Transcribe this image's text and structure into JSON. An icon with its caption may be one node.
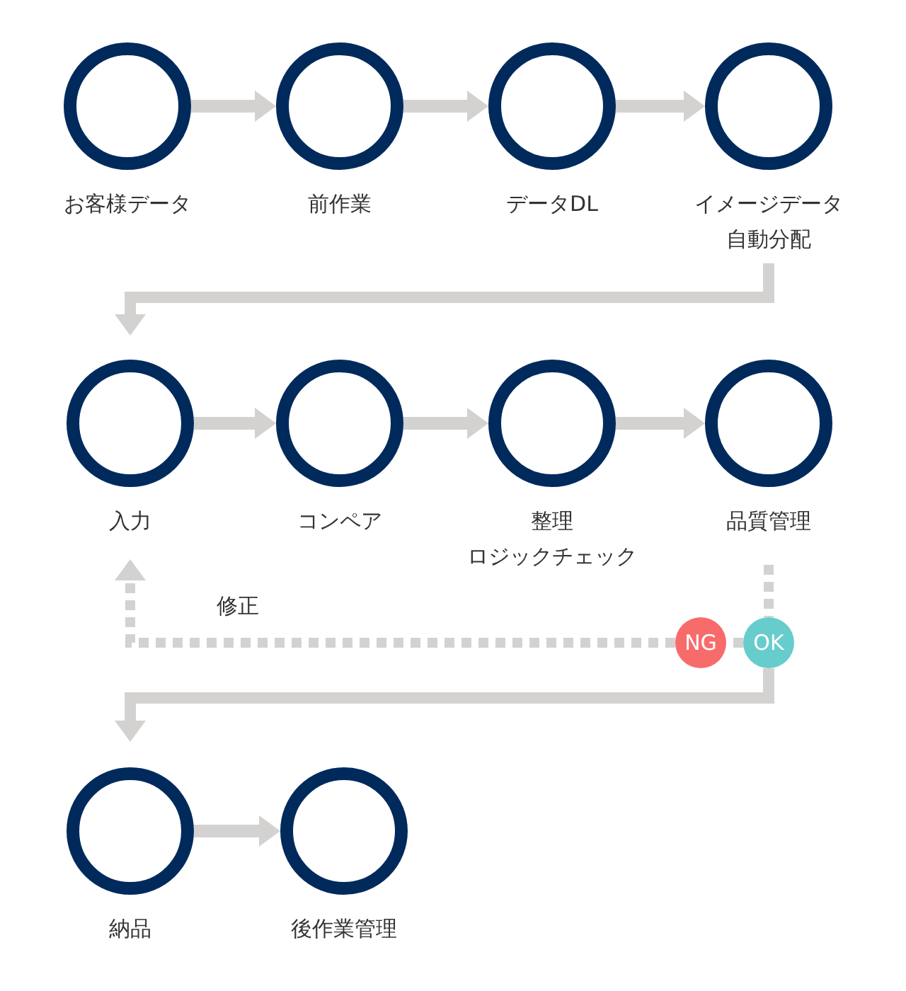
{
  "diagram": {
    "nodes": [
      {
        "text": [
          "お客様データ"
        ]
      },
      {
        "text": [
          "前作業"
        ]
      },
      {
        "text": [
          "データDL"
        ]
      },
      {
        "text": [
          "イメージデータ自動分配"
        ]
      },
      {
        "text": [
          "入力"
        ]
      },
      {
        "text": [
          "コンペア"
        ]
      },
      {
        "text": [
          "整理ロジックチェック"
        ]
      },
      {
        "text": [
          "品質管理"
        ]
      },
      {
        "text": [
          "NG"
        ]
      },
      {
        "text": [
          "OK"
        ]
      },
      {
        "text": [
          "納品"
        ]
      },
      {
        "text": [
          "後作業管理"
        ]
      }
    ],
    "edges": [
      {
        "from": 0,
        "to": 1,
        "arrow": "to"
      },
      {
        "from": 1,
        "to": 2,
        "arrow": "to"
      },
      {
        "from": 2,
        "to": 3,
        "arrow": "to"
      },
      {
        "from": 3,
        "to": 4,
        "arrow": "to"
      },
      {
        "from": 4,
        "to": 5,
        "arrow": "to"
      },
      {
        "from": 5,
        "to": 6,
        "arrow": "to"
      },
      {
        "from": 6,
        "to": 7,
        "arrow": "to"
      },
      {
        "from": 7,
        "to": 9,
        "arrow": "none",
        "style": "dashed"
      },
      {
        "from": 9,
        "to": 8,
        "arrow": "none",
        "style": "dashed"
      },
      {
        "from": 8,
        "to": 4,
        "arrow": "to",
        "style": "dashed",
        "label": "修正"
      },
      {
        "from": 9,
        "to": 10,
        "arrow": "to"
      },
      {
        "from": 10,
        "to": 11,
        "arrow": "to"
      }
    ]
  }
}
